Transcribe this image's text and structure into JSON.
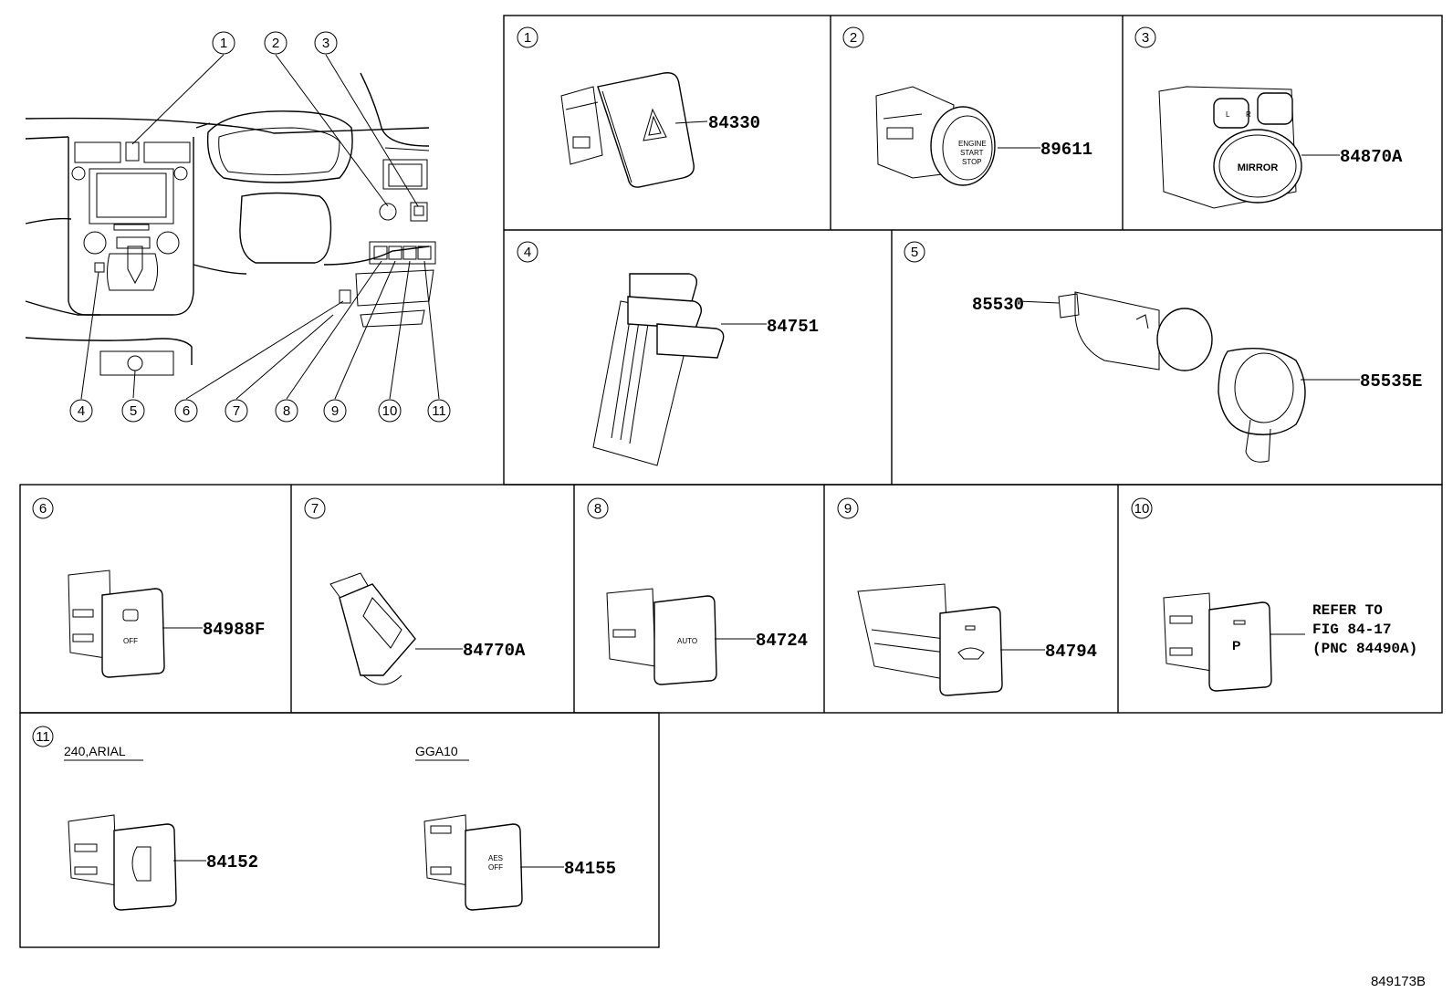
{
  "overview_callouts": [
    "1",
    "2",
    "3",
    "4",
    "5",
    "6",
    "7",
    "8",
    "9",
    "10",
    "11"
  ],
  "panels": {
    "p1": {
      "num": "1",
      "part": "84330"
    },
    "p2": {
      "num": "2",
      "part": "89611"
    },
    "p3": {
      "num": "3",
      "part": "84870A",
      "label": "MIRROR"
    },
    "p4": {
      "num": "4",
      "part": "84751"
    },
    "p5": {
      "num": "5",
      "part_a": "85530",
      "part_b": "85535E"
    },
    "p6": {
      "num": "6",
      "part": "84988F",
      "icon_text": "OFF"
    },
    "p7": {
      "num": "7",
      "part": "84770A"
    },
    "p8": {
      "num": "8",
      "part": "84724",
      "icon_text": "AUTO"
    },
    "p9": {
      "num": "9",
      "part": "84794"
    },
    "p10": {
      "num": "10",
      "ref_line1": "REFER TO",
      "ref_line2": "FIG 84-17",
      "ref_line3": "(PNC 84490A)"
    },
    "p11": {
      "num": "11",
      "variant_a": "240,ARIAL",
      "part_a": "84152",
      "variant_b": "GGA10",
      "part_b": "84155",
      "icon_text_b1": "AES",
      "icon_text_b2": "OFF"
    }
  },
  "figure_code": "849173B"
}
